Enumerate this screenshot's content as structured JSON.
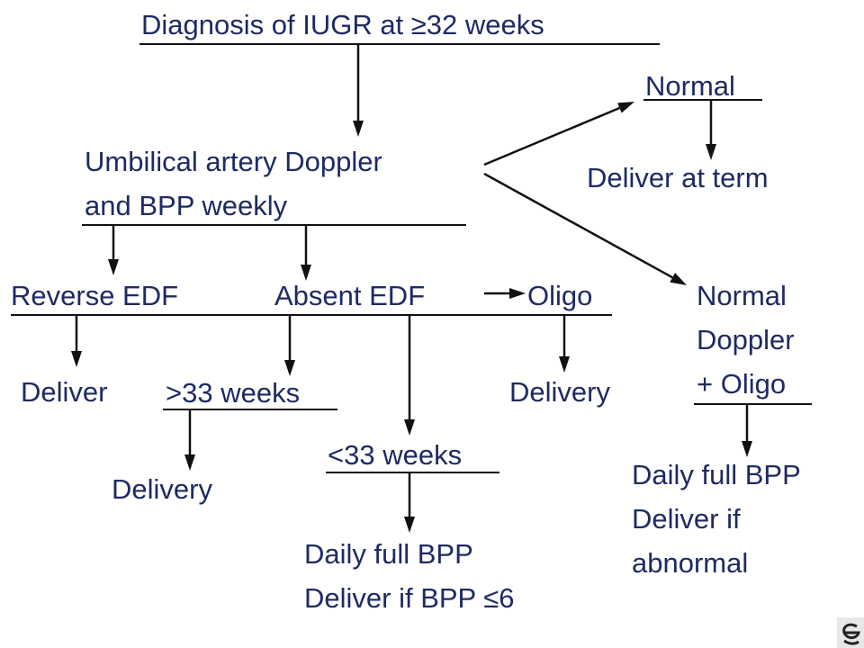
{
  "diagram": {
    "title": "Diagnosis of IUGR at ≥32 weeks",
    "nodes": {
      "umbilical_doppler": [
        "Umbilical artery Doppler",
        "and BPP weekly"
      ],
      "normal": "Normal",
      "deliver_at_term": "Deliver at term",
      "reverse_edf": "Reverse EDF",
      "absent_edf": "Absent EDF",
      "oligo": "Oligo",
      "normal_doppler_oligo": [
        "Normal",
        "Doppler",
        "+ Oligo"
      ],
      "deliver": "Deliver",
      "over_33_weeks": ">33 weeks",
      "delivery_oligo": "Delivery",
      "delivery_over_33": "Delivery",
      "under_33_weeks": "<33 weeks",
      "daily_bpp_under_33": [
        "Daily full BPP",
        "Deliver if BPP ≤6"
      ],
      "daily_bpp_normal_doppler": [
        "Daily full BPP",
        "Deliver if",
        "abnormal"
      ]
    },
    "logo_icon": "publisher-logo-icon",
    "colors": {
      "text": "#1f2a63",
      "lines": "#111111"
    }
  }
}
